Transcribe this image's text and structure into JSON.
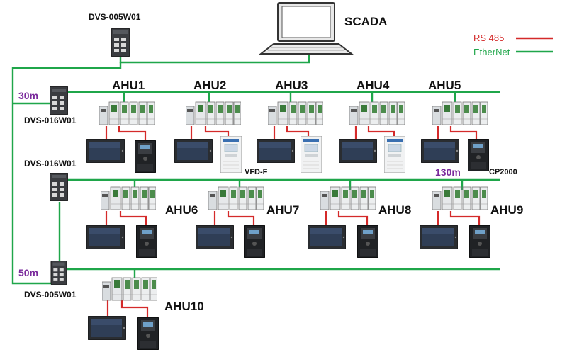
{
  "colors": {
    "ethernet": "#1fa64a",
    "rs485": "#d42a2a",
    "distance": "#7a2a9c",
    "rs485_label": "#d42a2a",
    "ethernet_label": "#1fa64a"
  },
  "legend": {
    "rs485": "RS 485",
    "ethernet": "EtherNet"
  },
  "scada": {
    "label": "SCADA"
  },
  "switches": {
    "top": "DVS-005W01",
    "row1": "DVS-016W01",
    "row2": "DVS-016W01",
    "row3": "DVS-005W01"
  },
  "distances": {
    "row1": "30m",
    "row2": "130m",
    "row3": "50m"
  },
  "device_labels": {
    "vfd_f": "VFD-F",
    "cp2000": "CP2000"
  },
  "ahus": {
    "row1": [
      "AHU1",
      "AHU2",
      "AHU3",
      "AHU4",
      "AHU5"
    ],
    "row2": [
      "AHU6",
      "AHU7",
      "AHU8",
      "AHU9"
    ],
    "row3": [
      "AHU10"
    ]
  }
}
